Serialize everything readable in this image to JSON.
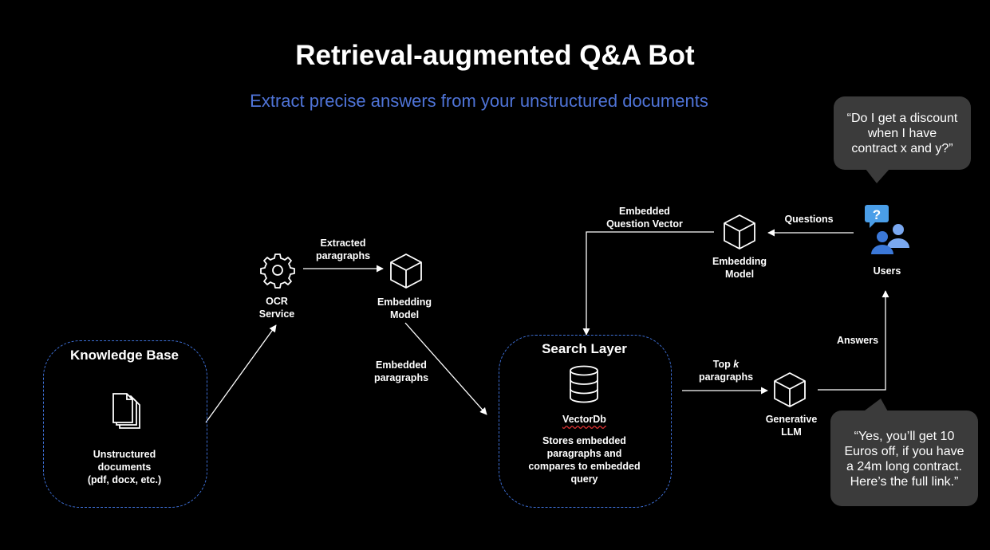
{
  "title": "Retrieval-augmented Q&A Bot",
  "subtitle": "Extract precise answers from your unstructured documents",
  "knowledge_base": {
    "title": "Knowledge Base",
    "description_lines": [
      "Unstructured",
      "documents",
      "(pdf, docx, etc.)"
    ]
  },
  "ocr": {
    "lines": [
      "OCR",
      "Service"
    ]
  },
  "extracted_label": {
    "lines": [
      "Extracted",
      "paragraphs"
    ]
  },
  "embedding_model_left": {
    "lines": [
      "Embedding",
      "Model"
    ]
  },
  "embedded_paragraphs_label": {
    "lines": [
      "Embedded",
      "paragraphs"
    ]
  },
  "search_layer": {
    "title": "Search Layer",
    "db_name": "VectorDb",
    "description_lines": [
      "Stores embedded",
      "paragraphs and",
      "compares to embedded",
      "query"
    ]
  },
  "top_k_label": {
    "line1_prefix": "Top ",
    "line1_k": "k",
    "line2": "paragraphs"
  },
  "generative_llm": {
    "lines": [
      "Generative",
      "LLM"
    ]
  },
  "answers_label": "Answers",
  "users_label": "Users",
  "questions_label": "Questions",
  "embedding_model_right": {
    "lines": [
      "Embedding",
      "Model"
    ]
  },
  "embedded_question_label": {
    "lines": [
      "Embedded",
      "Question Vector"
    ]
  },
  "question_bubble": {
    "lines": [
      "“Do I get a discount",
      "when I have",
      "contract x and y?”"
    ]
  },
  "answer_bubble": {
    "lines": [
      "“Yes, you’ll get 10",
      "Euros off, if you have",
      "a 24m long contract.",
      "Here’s the full link.”"
    ]
  },
  "colors": {
    "accent_blue": "#4f74d8",
    "dashed_border": "#3d6fd6",
    "bubble_bg": "#3b3b3b",
    "users_icon_blue": "#4a90e2"
  }
}
